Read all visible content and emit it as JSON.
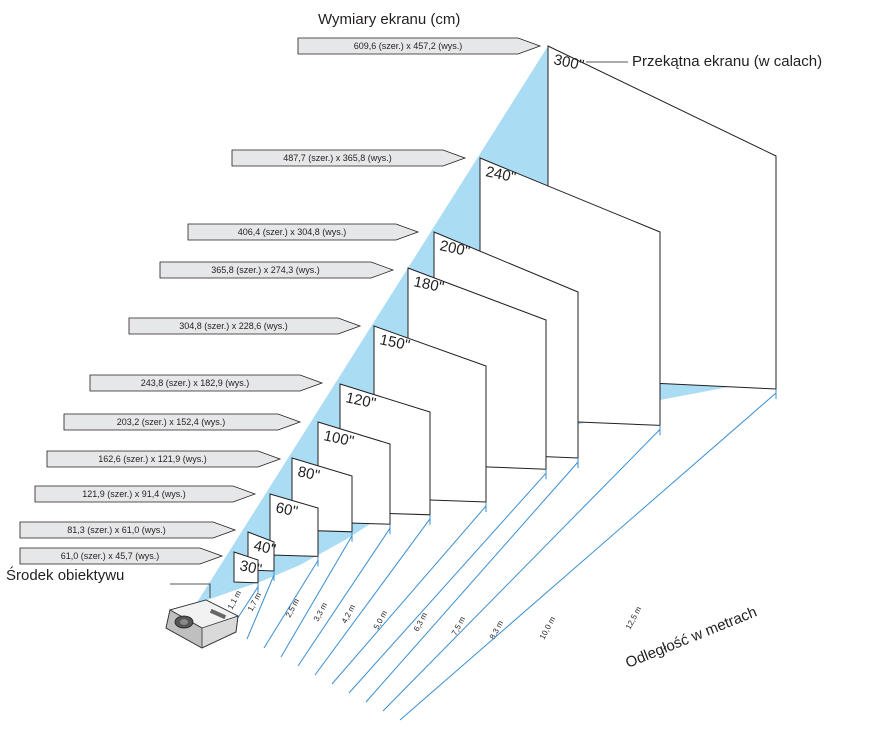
{
  "header": {
    "screen_dims_title": "Wymiary ekranu (cm)",
    "diagonal_title": "Przekątna ekranu (w calach)",
    "lens_center_label": "Środek obiektywu",
    "distance_axis_label": "Odległość w metrach"
  },
  "colors": {
    "beam": "#aadcf4",
    "beam_edge": "#7cc6ec",
    "measure_line": "#3a8fd3",
    "callout_fill": "#e6e7e8",
    "ink": "#231f20"
  },
  "screens": [
    {
      "diagonal": "30\"",
      "dimensions": "61,0 (szer.) x 45,7 (wys.)",
      "distance": "1,1 m"
    },
    {
      "diagonal": "40\"",
      "dimensions": "81,3 (szer.) x 61,0 (wys.)",
      "distance": "1,7 m"
    },
    {
      "diagonal": "60\"",
      "dimensions": "121,9 (szer.) x 91,4 (wys.)",
      "distance": "2,5 m"
    },
    {
      "diagonal": "80\"",
      "dimensions": "162,6 (szer.) x 121,9 (wys.)",
      "distance": "3,3 m"
    },
    {
      "diagonal": "100\"",
      "dimensions": "203,2 (szer.) x 152,4 (wys.)",
      "distance": "4,2 m"
    },
    {
      "diagonal": "120\"",
      "dimensions": "243,8 (szer.) x 182,9 (wys.)",
      "distance": "5,0 m"
    },
    {
      "diagonal": "150\"",
      "dimensions": "304,8 (szer.) x 228,6 (wys.)",
      "distance": "6,3 m"
    },
    {
      "diagonal": "180\"",
      "dimensions": "365,8 (szer.) x 274,3 (wys.)",
      "distance": "7,5 m"
    },
    {
      "diagonal": "200\"",
      "dimensions": "406,4 (szer.) x 304,8 (wys.)",
      "distance": "8,3 m"
    },
    {
      "diagonal": "240\"",
      "dimensions": "487,7 (szer.) x 365,8 (wys.)",
      "distance": "10,0 m"
    },
    {
      "diagonal": "300\"",
      "dimensions": "609,6 (szer.) x 457,2 (wys.)",
      "distance": "12,5 m"
    }
  ]
}
